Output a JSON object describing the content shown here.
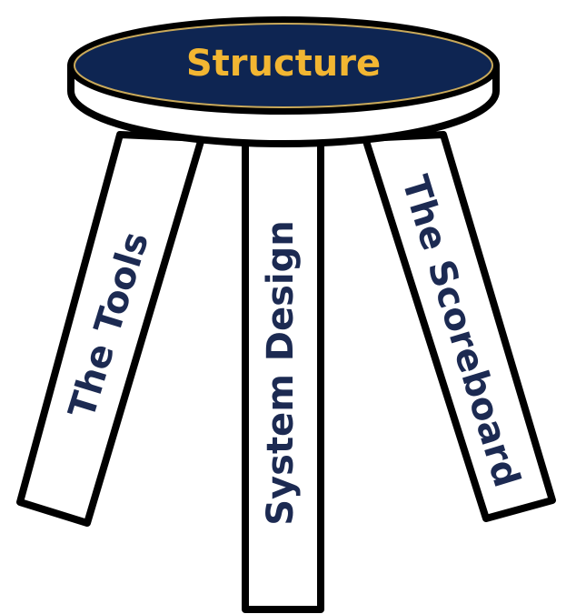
{
  "seat": {
    "label": "Structure"
  },
  "legs": {
    "left": {
      "label": "The Tools"
    },
    "middle": {
      "label": "System Design"
    },
    "right": {
      "label": "The Scoreboard"
    }
  },
  "colors": {
    "seat_fill": "#0e2552",
    "seat_text": "#f2b632",
    "leg_text": "#1c2a52",
    "outline": "#000000",
    "wood": "#ffffff"
  }
}
